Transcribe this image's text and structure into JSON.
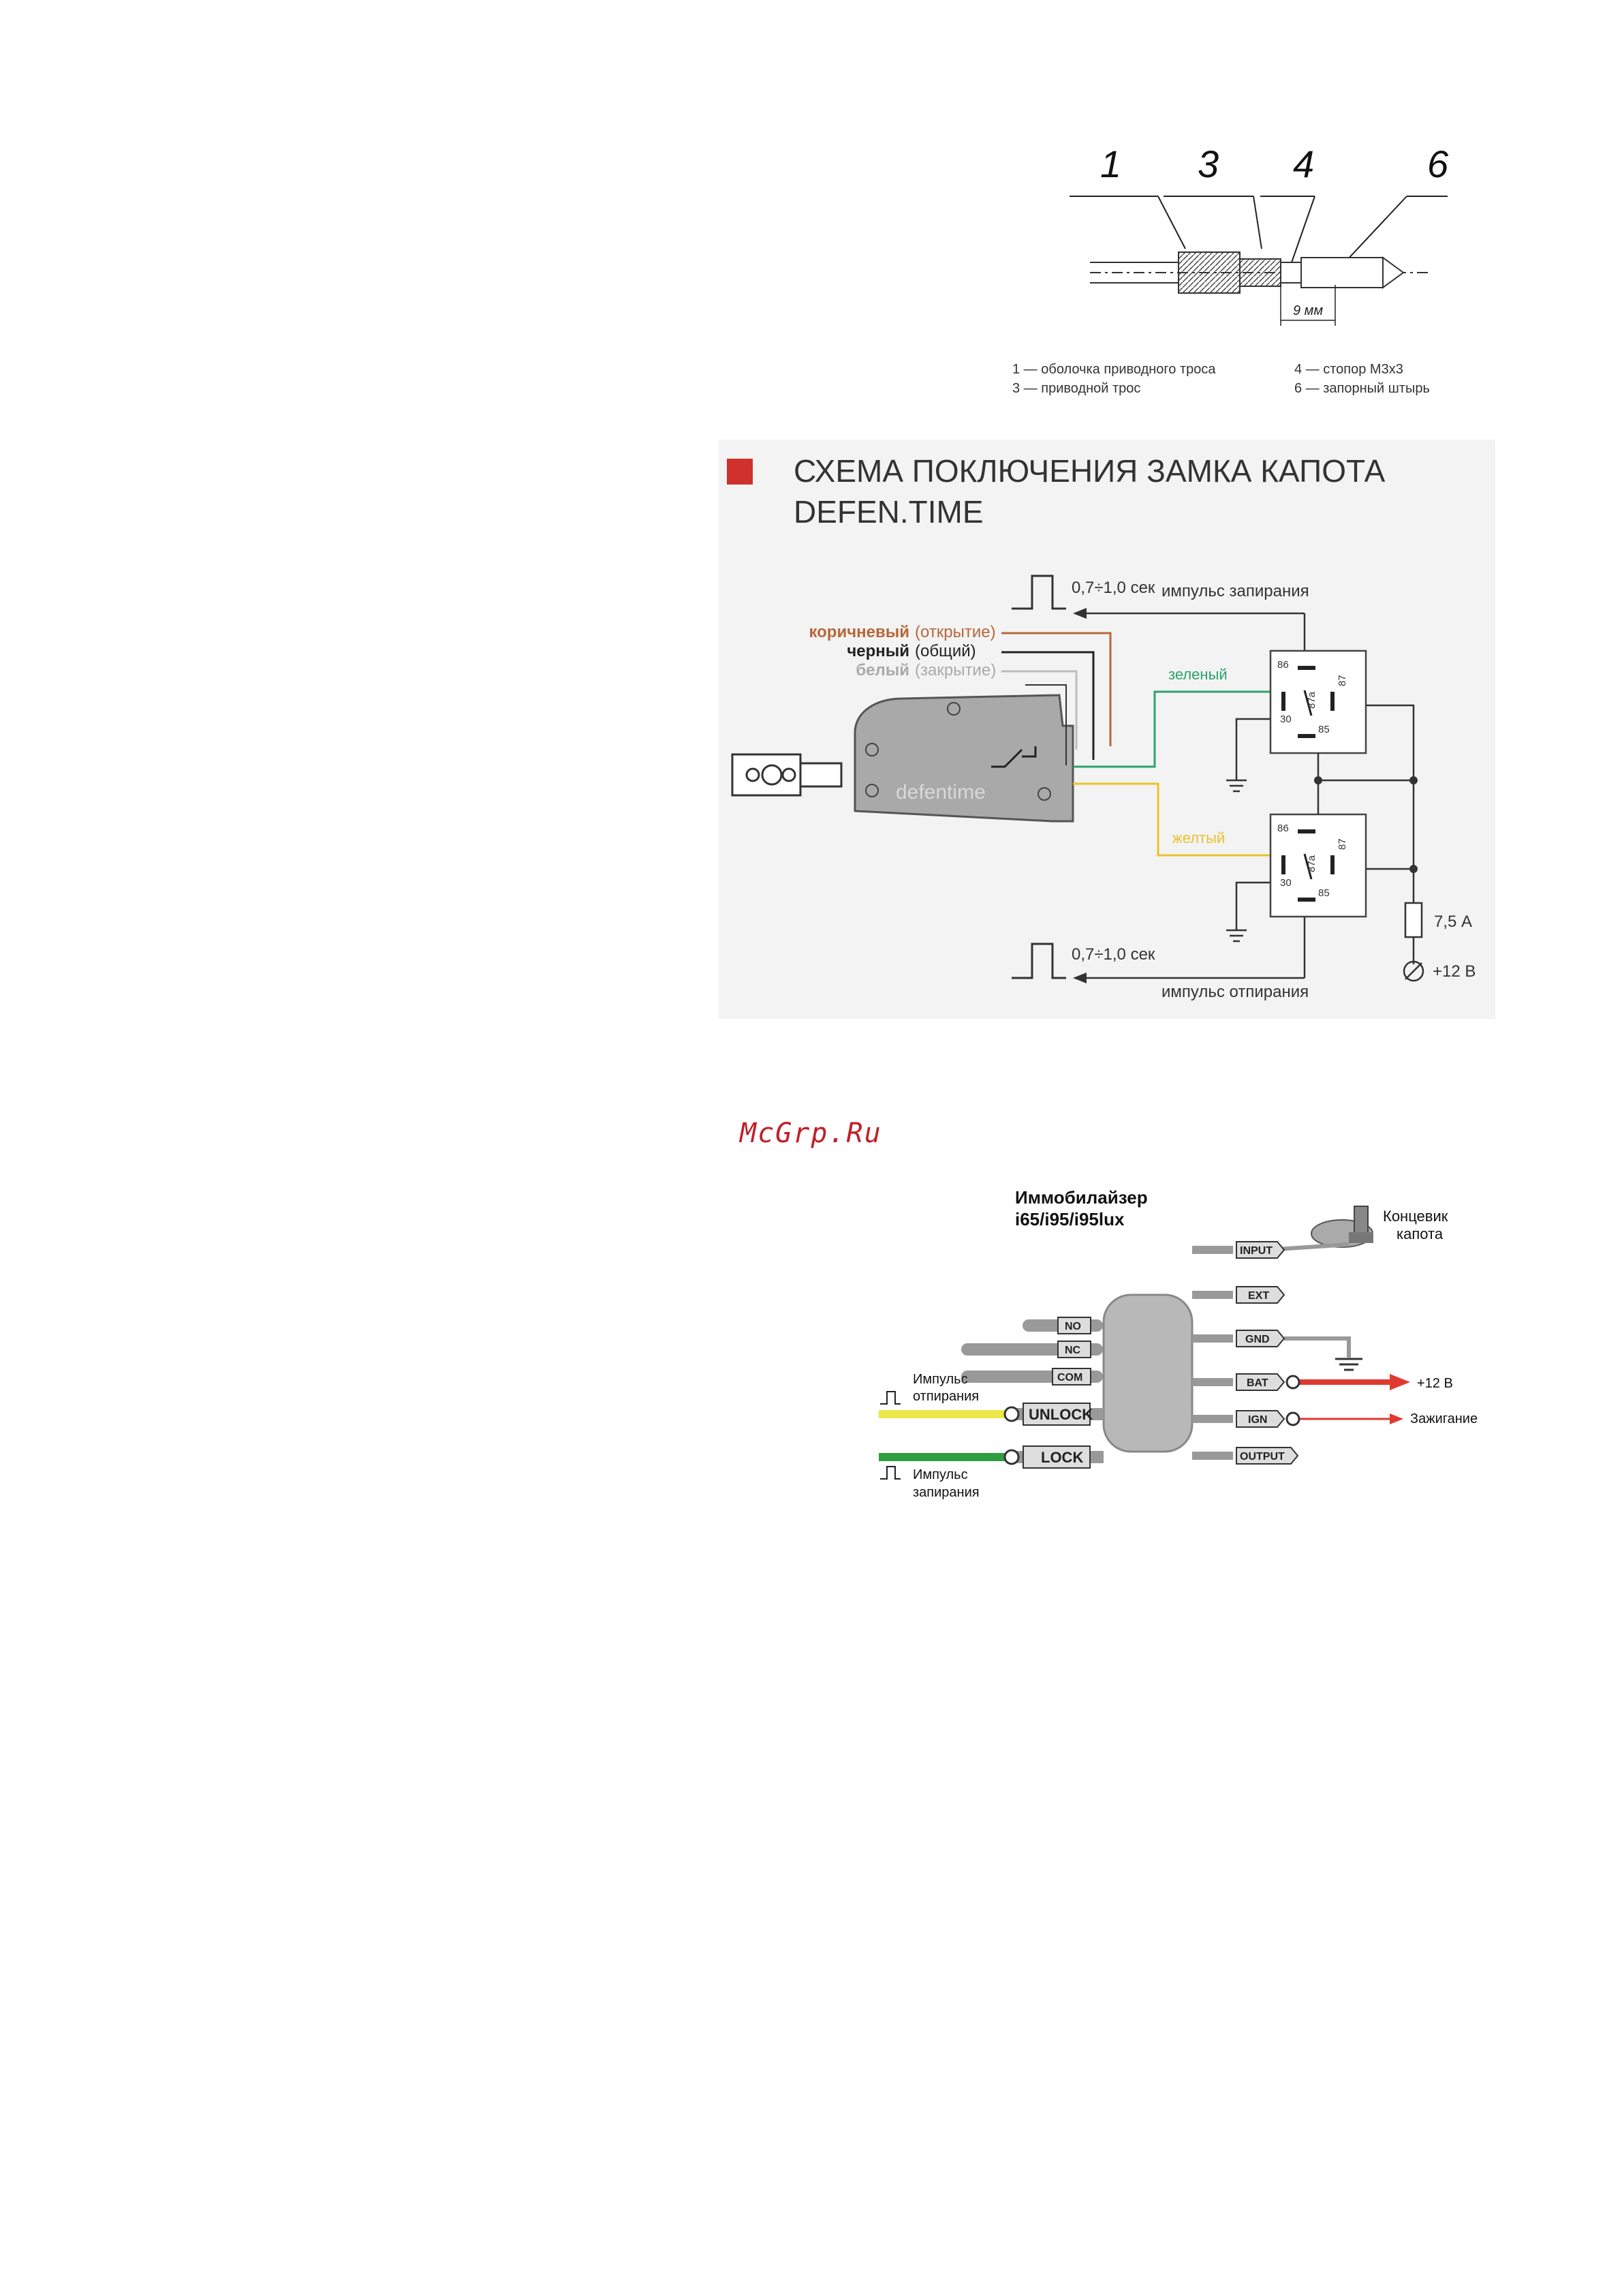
{
  "cable": {
    "numbers": [
      "1",
      "3",
      "4",
      "6"
    ],
    "dimension": "9 мм",
    "legend": [
      "1 — оболочка приводного троса",
      "3 — приводной трос",
      "4 — стопор М3х3",
      "6 — запорный штырь"
    ]
  },
  "hood": {
    "title_line1": "СХЕМА ПОКЛЮЧЕНИЯ ЗАМКА КАПОТА",
    "title_line2": "DEFEN.TIME",
    "pulse_time": "0,7÷1,0 сек",
    "pulse_lock": "импульс запирания",
    "pulse_unlock": "импульс отпирания",
    "wires": {
      "brown": "коричневый",
      "brown_note": "(открытие)",
      "black": "черный",
      "black_note": "(общий)",
      "white": "белый",
      "white_note": "(закрытие)",
      "green": "зеленый",
      "yellow": "желтый"
    },
    "device_label": "defentime",
    "relay_pins": [
      "86",
      "30",
      "87a",
      "87",
      "85"
    ],
    "fuse": "7,5 А",
    "power": "+12 В",
    "colors": {
      "accent": "#d0312d",
      "brown": "#b5683a",
      "green": "#2ca36b",
      "yellow": "#e8c32a",
      "white_wire": "#bdbdbd"
    }
  },
  "watermark": "McGrp.Ru",
  "immo": {
    "title_line1": "Иммобилайзер",
    "title_line2": "i65/i95/i95lux",
    "left_tags": [
      "NO",
      "NC",
      "COM"
    ],
    "big_tags": [
      "UNLOCK",
      "LOCK"
    ],
    "right_tags": [
      "INPUT",
      "EXT",
      "GND",
      "BAT",
      "IGN",
      "OUTPUT"
    ],
    "switch_line1": "Концевик",
    "switch_line2": "капота",
    "power": "+12 В",
    "ignition": "Зажигание",
    "unlock_pulse_line1": "Импульс",
    "unlock_pulse_line2": "отпирания",
    "lock_pulse_line1": "Импульс",
    "lock_pulse_line2": "запирания",
    "colors": {
      "yellow": "#ece84a",
      "green": "#2f9e3f",
      "red": "#e03a30",
      "gray": "#9a9a9a"
    }
  }
}
